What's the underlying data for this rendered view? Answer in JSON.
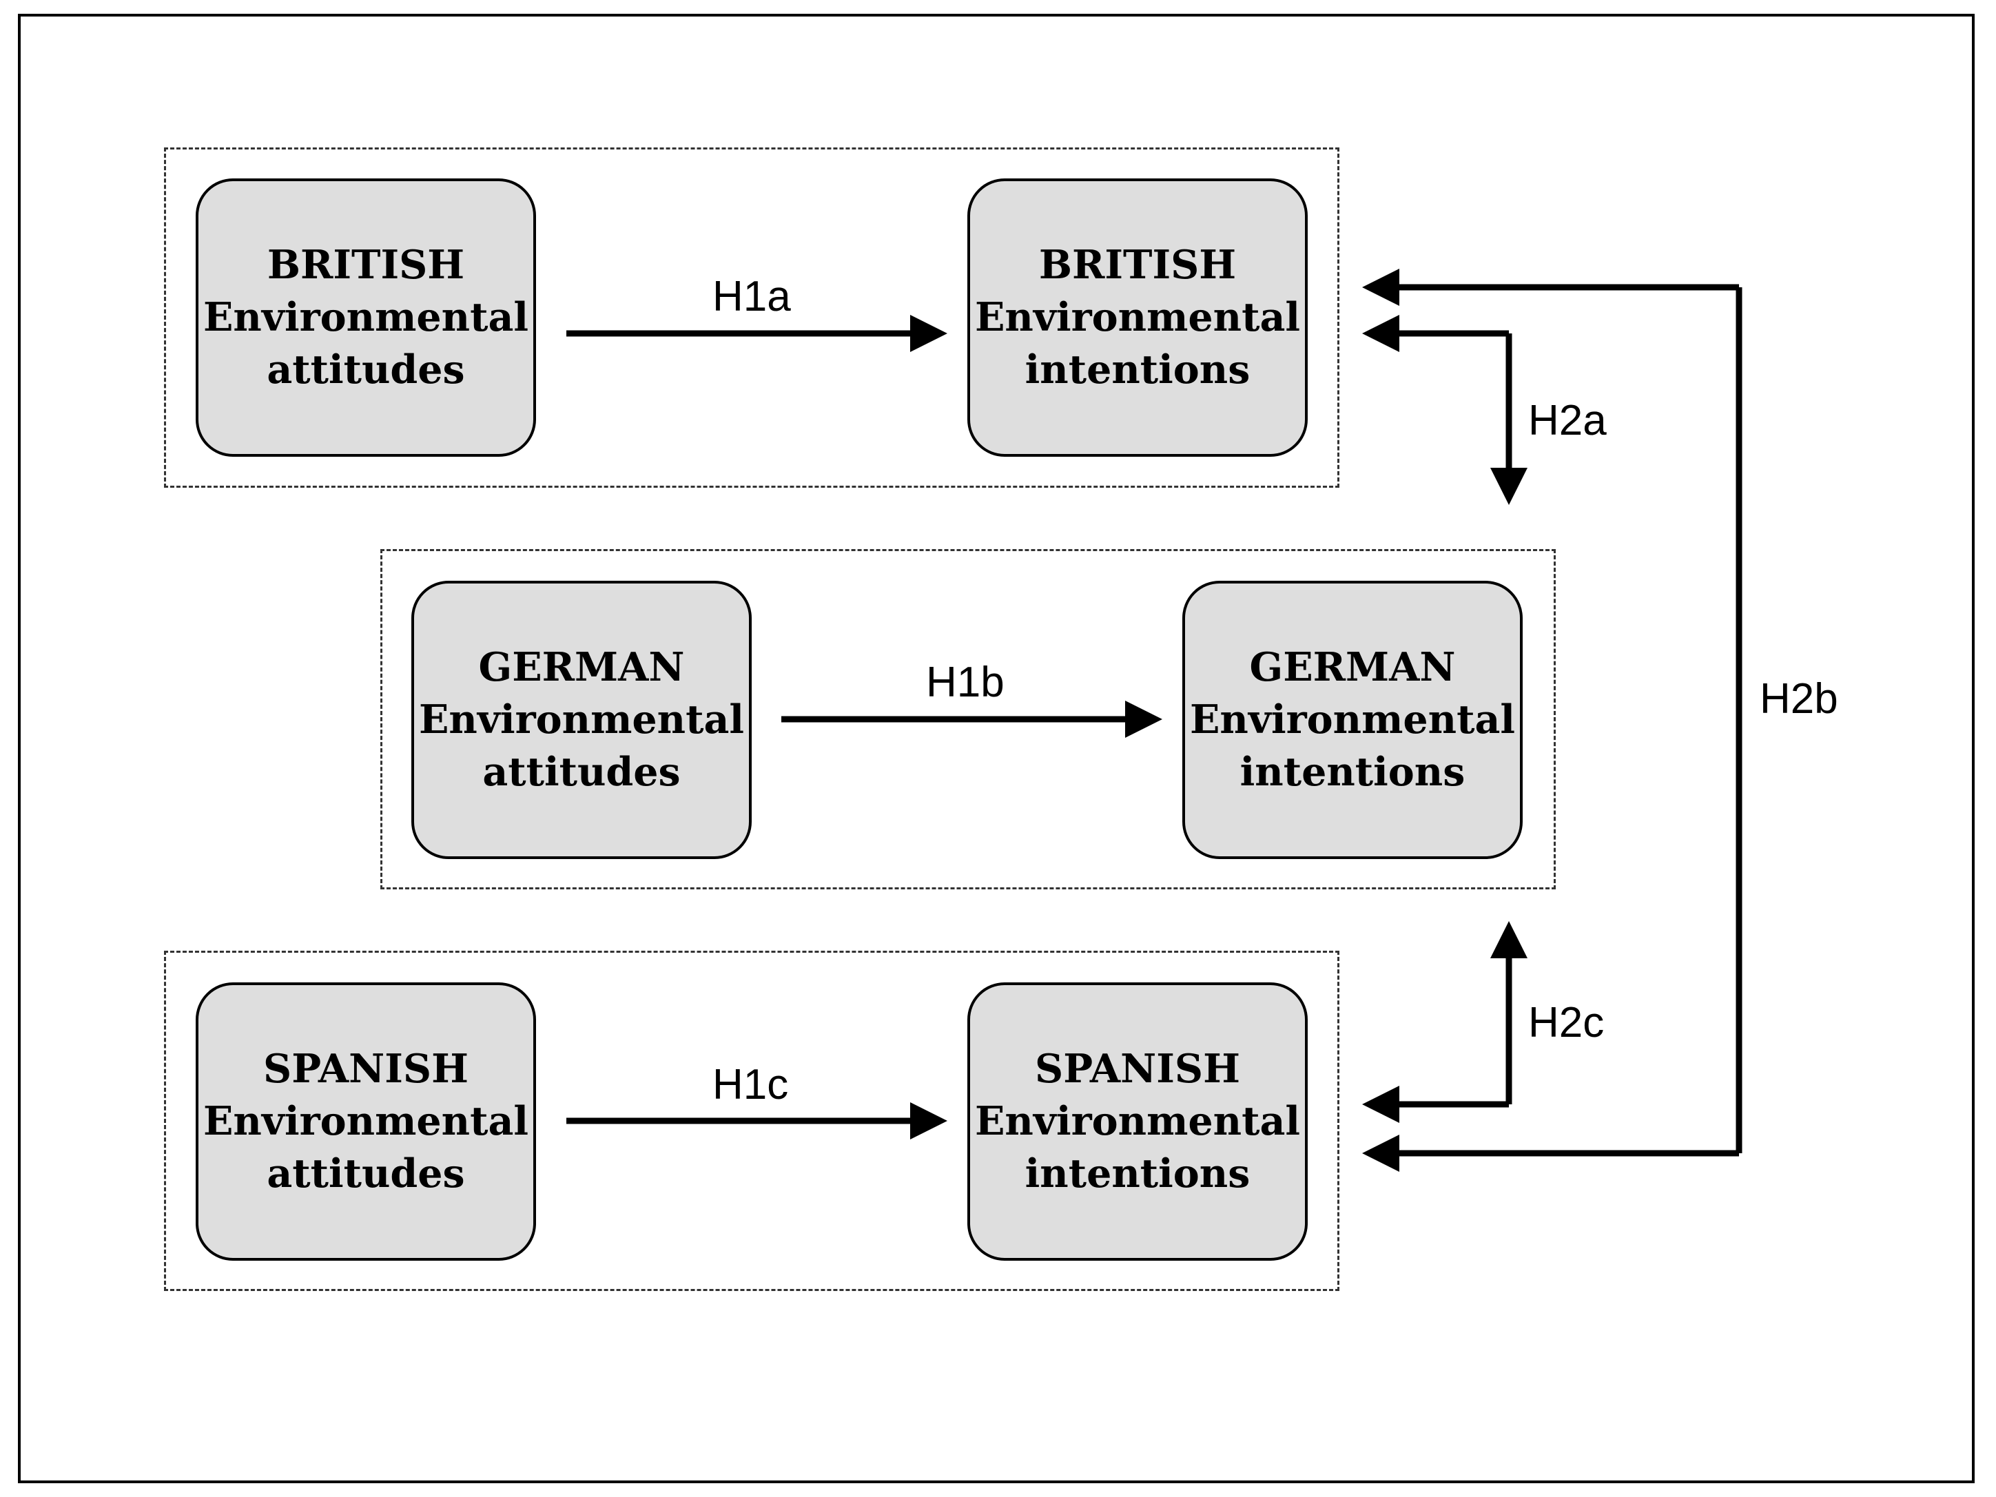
{
  "groups": [
    {
      "id": "british",
      "attitudes": {
        "title": "BRITISH",
        "line2": "Environmental",
        "line3": "attitudes"
      },
      "intentions": {
        "title": "BRITISH",
        "line2": "Environmental",
        "line3": "intentions"
      },
      "hypothesis": "H1a"
    },
    {
      "id": "german",
      "attitudes": {
        "title": "GERMAN",
        "line2": "Environmental",
        "line3": "attitudes"
      },
      "intentions": {
        "title": "GERMAN",
        "line2": "Environmental",
        "line3": "intentions"
      },
      "hypothesis": "H1b"
    },
    {
      "id": "spanish",
      "attitudes": {
        "title": "SPANISH",
        "line2": "Environmental",
        "line3": "attitudes"
      },
      "intentions": {
        "title": "SPANISH",
        "line2": "Environmental",
        "line3": "intentions"
      },
      "hypothesis": "H1c"
    }
  ],
  "cross_links": {
    "british_german": "H2a",
    "british_spanish": "H2b",
    "spanish_german": "H2c"
  },
  "colors": {
    "node_fill": "#dedede",
    "stroke": "#000000",
    "group_border": "#333333"
  }
}
